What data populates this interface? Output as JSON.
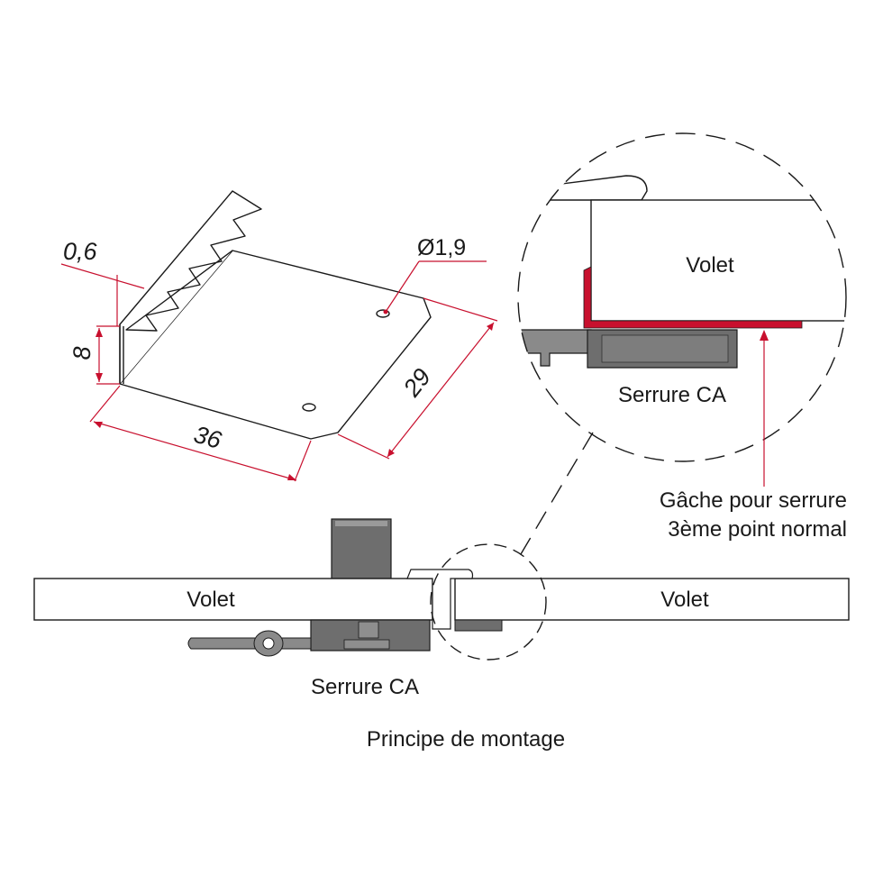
{
  "dimensions": {
    "thickness": "0,6",
    "height": "8",
    "length": "36",
    "width": "29",
    "hole_diameter": "Ø1,9"
  },
  "detail": {
    "shutter_label": "Volet",
    "lock_label": "Serrure CA",
    "strike_label_line1": "Gâche pour serrure",
    "strike_label_line2": "3ème point normal"
  },
  "assembly": {
    "left_shutter_label": "Volet",
    "right_shutter_label": "Volet",
    "lock_label": "Serrure CA",
    "caption": "Principe de montage"
  },
  "colors": {
    "dimension_line": "#c8102e",
    "strike_plate": "#c8102e",
    "lock_body": "#6e6e6e",
    "outline": "#1a1a1a"
  }
}
